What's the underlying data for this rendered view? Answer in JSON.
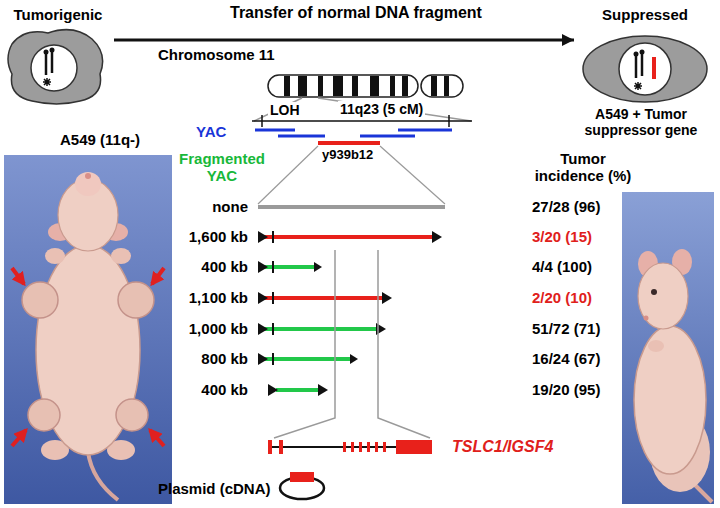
{
  "diagram": {
    "nodes": [
      {
        "text": [
          "Tumorigenic"
        ]
      },
      {
        "text": [
          "Suppressed"
        ]
      }
    ],
    "edges": [
      {
        "from": 0,
        "to": 1,
        "arrow": "to",
        "label": "Transfer of normal DNA fragment"
      }
    ],
    "labels": [
      "Chromosome 11",
      "A549 (11q-)",
      "A549 + Tumor suppressor gene",
      "LOH",
      "11q23 (5 cM)",
      "YAC",
      "Fragmented YAC",
      "y939b12",
      "Tumor incidence (%)",
      "none",
      "27/28 (96)",
      "1,600 kb",
      "3/20 (15)",
      "400 kb",
      "4/4 (100)",
      "1,100 kb",
      "2/20 (10)",
      "1,000 kb",
      "51/72 (71)",
      "800 kb",
      "16/24 (67)",
      "400 kb",
      "19/20 (95)",
      "TSLC1/IGSF4",
      "Plasmid (cDNA)"
    ]
  }
}
